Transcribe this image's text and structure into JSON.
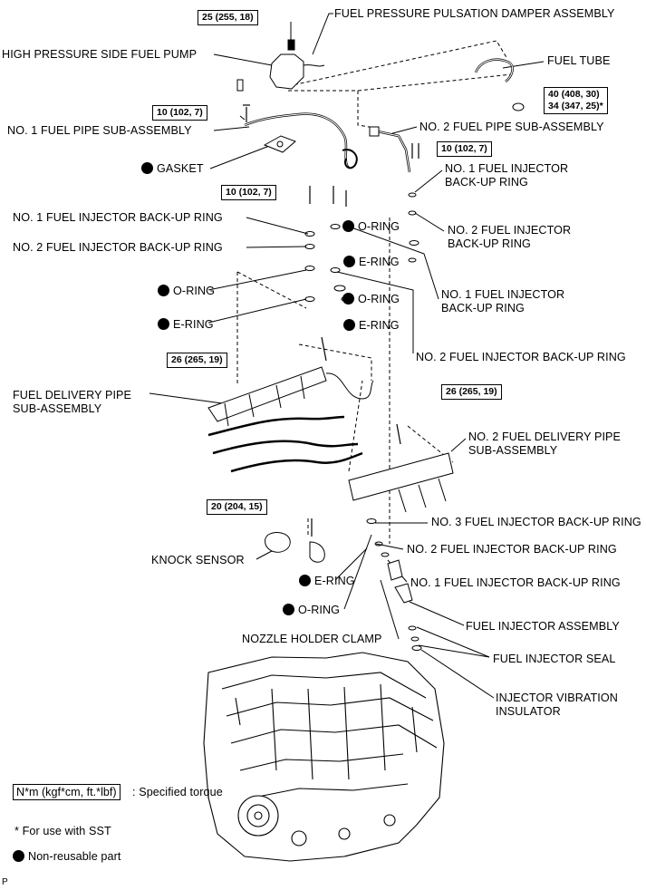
{
  "labels": {
    "fuel_pressure_pulsation_damper": "FUEL PRESSURE PULSATION DAMPER ASSEMBLY",
    "high_pressure_side_fuel_pump": "HIGH PRESSURE SIDE FUEL PUMP",
    "fuel_tube": "FUEL TUBE",
    "no1_fuel_pipe": "NO. 1 FUEL PIPE SUB-ASSEMBLY",
    "no2_fuel_pipe": "NO. 2 FUEL PIPE SUB-ASSEMBLY",
    "gasket": "GASKET",
    "no1_inj_backup_ring_right_l1": "NO. 1 FUEL INJECTOR",
    "no1_inj_backup_ring_right_l2": "BACK-UP RING",
    "no1_inj_backup_ring_left": "NO. 1 FUEL INJECTOR BACK-UP RING",
    "no2_inj_backup_ring_left": "NO. 2 FUEL INJECTOR BACK-UP RING",
    "no2_inj_backup_ring_right_l1": "NO. 2 FUEL INJECTOR",
    "no2_inj_backup_ring_right_l2": "BACK-UP RING",
    "o_ring_a": "O-RING",
    "e_ring_a": "E-RING",
    "o_ring_b": "O-RING",
    "e_ring_b": "E-RING",
    "o_ring_left": "O-RING",
    "e_ring_left": "E-RING",
    "no1_inj_backup_ring_mid_l1": "NO. 1 FUEL INJECTOR",
    "no1_inj_backup_ring_mid_l2": "BACK-UP RING",
    "no2_inj_backup_ring_long": "NO. 2 FUEL INJECTOR BACK-UP RING",
    "fuel_delivery_pipe_l1": "FUEL DELIVERY PIPE",
    "fuel_delivery_pipe_l2": "SUB-ASSEMBLY",
    "no2_fuel_delivery_pipe_l1": "NO. 2 FUEL DELIVERY PIPE",
    "no2_fuel_delivery_pipe_l2": "SUB-ASSEMBLY",
    "no3_inj_backup_ring": "NO. 3 FUEL INJECTOR BACK-UP RING",
    "no2_inj_backup_ring_low": "NO. 2 FUEL INJECTOR BACK-UP RING",
    "no1_inj_backup_ring_low": "NO. 1 FUEL INJECTOR BACK-UP RING",
    "knock_sensor": "KNOCK SENSOR",
    "e_ring_low": "E-RING",
    "o_ring_low": "O-RING",
    "nozzle_holder_clamp": "NOZZLE HOLDER CLAMP",
    "fuel_injector_assembly": "FUEL INJECTOR ASSEMBLY",
    "fuel_injector_seal": "FUEL INJECTOR SEAL",
    "injector_vibration_insulator_l1": "INJECTOR VIBRATION",
    "injector_vibration_insulator_l2": "INSULATOR"
  },
  "torques": {
    "t1": "25 (255, 18)",
    "t2": "10 (102, 7)",
    "t3a": "40 (408, 30)",
    "t3b": "34 (347, 25)*",
    "t4": "10 (102, 7)",
    "t5": "10 (102, 7)",
    "t6": "26 (265, 19)",
    "t7": "26 (265, 19)",
    "t8": "20 (204, 15)"
  },
  "legend": {
    "torque_unit": "N*m (kgf*cm, ft.*lbf)",
    "torque_desc": ": Specified torque",
    "sst_note": "* For use with SST",
    "non_reusable": "Non-reusable part"
  },
  "footer": {
    "code": "P"
  }
}
